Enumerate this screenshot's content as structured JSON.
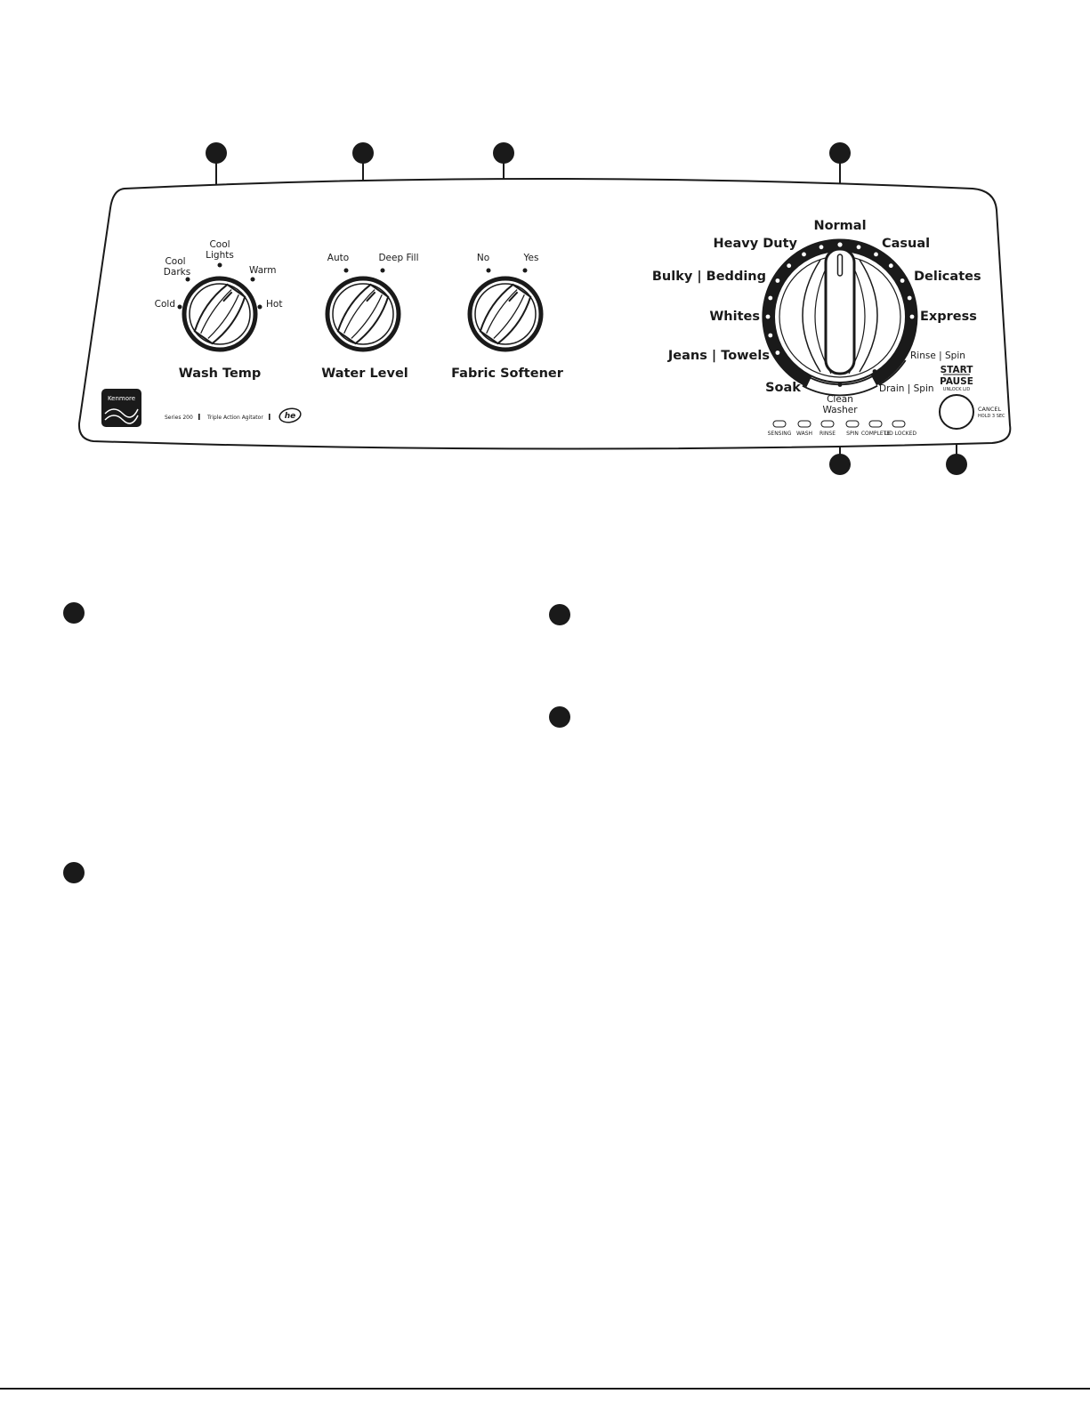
{
  "panel": {
    "brand": "Kenmore",
    "model_line": "Series 200",
    "feature": "Triple Action Agitator",
    "he_logo": "he"
  },
  "wash_temp": {
    "title": "Wash Temp",
    "settings": [
      "Cold",
      "Cool Darks",
      "Cool Lights",
      "Warm",
      "Hot"
    ],
    "cold": "Cold",
    "cool_darks_1": "Cool",
    "cool_darks_2": "Darks",
    "cool_lights_1": "Cool",
    "cool_lights_2": "Lights",
    "warm": "Warm",
    "hot": "Hot"
  },
  "water_level": {
    "title": "Water Level",
    "auto": "Auto",
    "deep_fill": "Deep Fill"
  },
  "fabric_softener": {
    "title": "Fabric Softener",
    "no": "No",
    "yes": "Yes"
  },
  "cycle": {
    "normal": "Normal",
    "heavy_duty": "Heavy Duty",
    "casual": "Casual",
    "bulky_bedding": "Bulky | Bedding",
    "delicates": "Delicates",
    "whites": "Whites",
    "express": "Express",
    "jeans_towels": "Jeans | Towels",
    "rinse_spin": "Rinse | Spin",
    "soak": "Soak",
    "clean_washer_1": "Clean",
    "clean_washer_2": "Washer",
    "drain_spin": "Drain | Spin"
  },
  "status_lights": [
    "SENSING",
    "WASH",
    "RINSE",
    "SPIN",
    "COMPLETE",
    "LID LOCKED"
  ],
  "start_button": {
    "start": "START",
    "pause": "PAUSE",
    "unlock": "UNLOCK LID",
    "cancel": "CANCEL",
    "hold": "HOLD 3 SEC"
  },
  "colors": {
    "ink": "#1a1a1a",
    "paper": "#ffffff"
  }
}
